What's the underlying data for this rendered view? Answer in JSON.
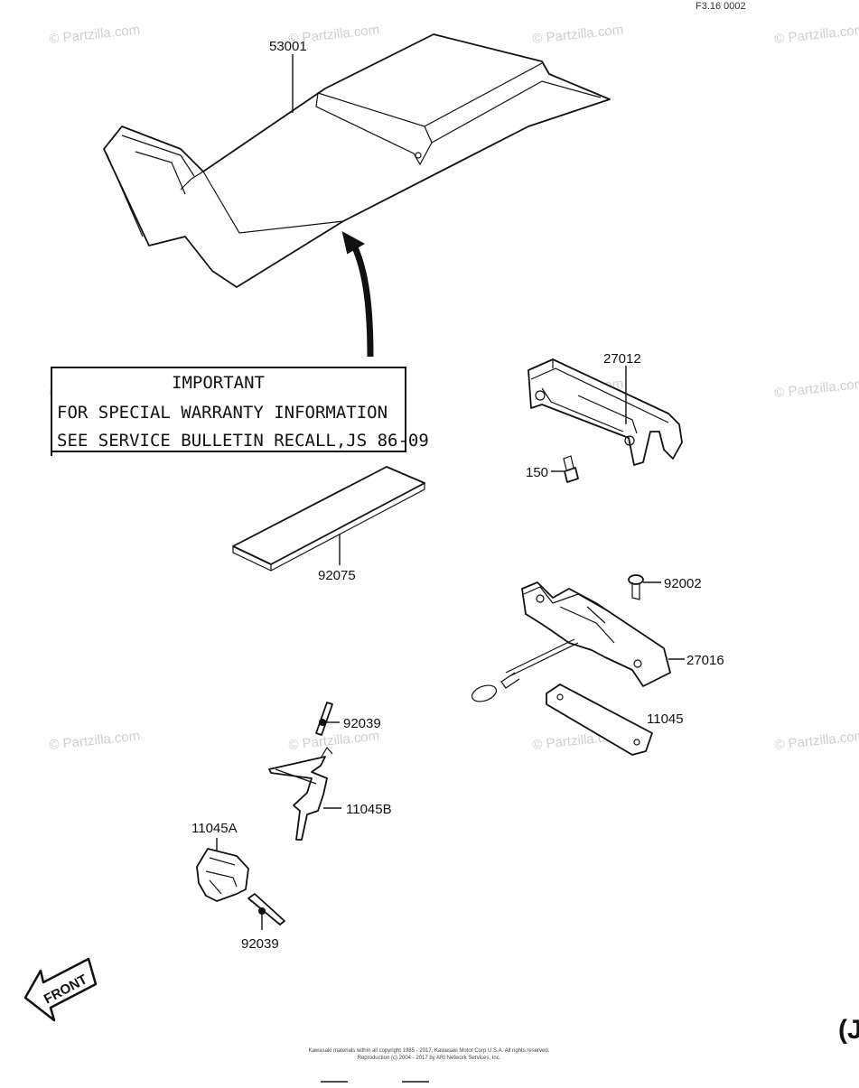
{
  "figure_code": "F3.16 0002",
  "watermark": "© Partzilla.com",
  "notice": {
    "title": "IMPORTANT",
    "line1": "FOR SPECIAL WARRANTY INFORMATION",
    "line2": "SEE SERVICE BULLETIN RECALL,JS 86-09"
  },
  "parts": {
    "p53001": "53001",
    "p27012": "27012",
    "p150": "150",
    "p92075": "92075",
    "p92002": "92002",
    "p27016": "27016",
    "p11045": "11045",
    "p92039a": "92039",
    "p11045b": "11045B",
    "p11045a": "11045A",
    "p92039b": "92039"
  },
  "front_label": "FRONT",
  "corner_mark": "(J",
  "copyright": {
    "line1": "Kawasaki materials within all copyright 1985 - 2017, Kawasaki Motor Corp U.S.A. All rights reserved.",
    "line2": "Reproduction (c) 2004 - 2017 by ARI Network Services, Inc."
  }
}
